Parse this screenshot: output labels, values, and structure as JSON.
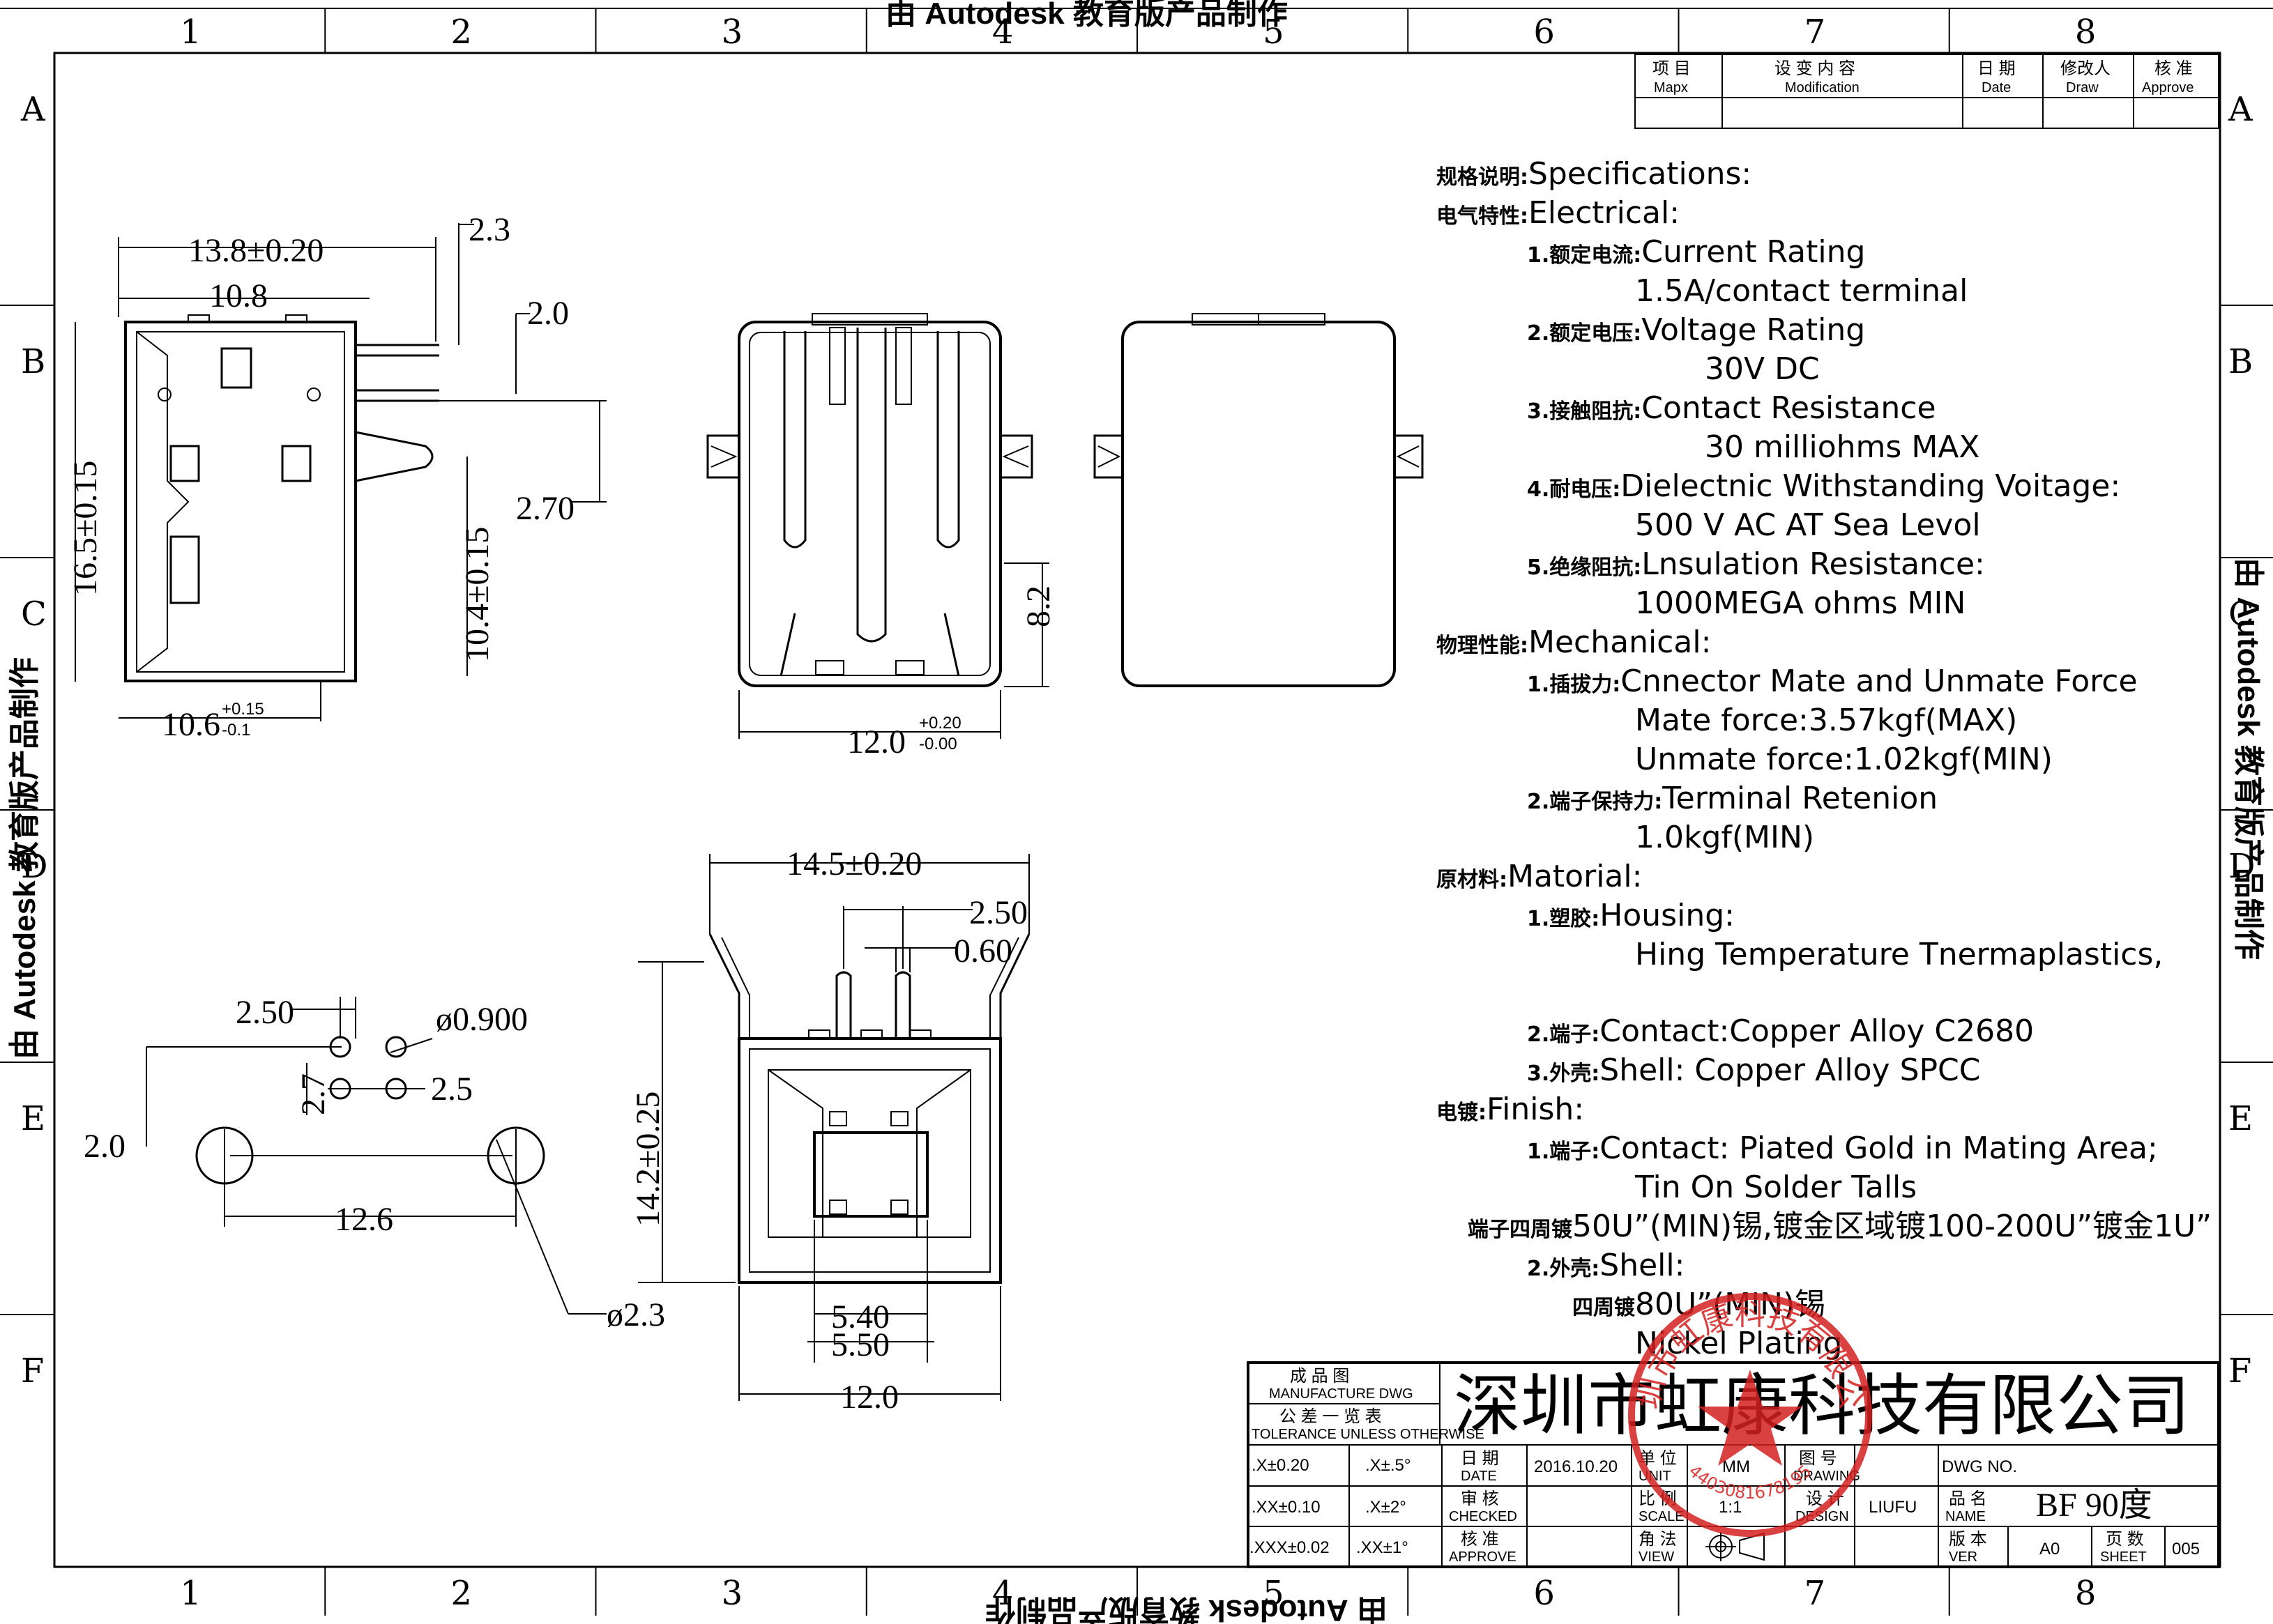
{
  "watermark": "由 Autodesk 教育版产品制作",
  "grid": {
    "cols": [
      "1",
      "2",
      "3",
      "4",
      "5",
      "6",
      "7",
      "8"
    ],
    "rows": [
      "A",
      "B",
      "C",
      "D",
      "E",
      "F"
    ]
  },
  "revision_table": {
    "headers": [
      {
        "zh": "项 目",
        "en": "Mapx"
      },
      {
        "zh": "设 变 内 容",
        "en": "Modification"
      },
      {
        "zh": "日 期",
        "en": "Date"
      },
      {
        "zh": "修改人",
        "en": "Draw"
      },
      {
        "zh": "核 准",
        "en": "Approve"
      }
    ]
  },
  "top_left_view": {
    "dims": [
      "13.8±0.20",
      "2.3",
      "10.8",
      "2.0",
      "16.5±0.15",
      "2.70",
      "10.4±0.15",
      "10.6",
      "+0.15",
      "-0.1"
    ]
  },
  "front_view": {
    "dims": [
      "8.2",
      "12.0",
      "+0.20",
      "-0.00"
    ]
  },
  "bottom_view": {
    "dims": [
      "14.5±0.20",
      "2.50",
      "0.60",
      "14.2±0.25",
      "5.40",
      "5.50",
      "12.0"
    ]
  },
  "pcb_layout": {
    "dims": [
      "2.50",
      "ø0.900",
      "2.5",
      "2.0",
      "2.7",
      "12.6",
      "ø2.3"
    ]
  },
  "specs": [
    {
      "indent": 0,
      "zh": "规格说明:",
      "en": "Specifications:"
    },
    {
      "indent": 0,
      "zh": "电气特性:",
      "en": "Electrical:"
    },
    {
      "indent": 1,
      "zh": "1.额定电流:",
      "en": "Current  Rating"
    },
    {
      "indent": 2,
      "zh": "",
      "en": "1.5A/contact  terminal"
    },
    {
      "indent": 1,
      "zh": "2.额定电压:",
      "en": "Voltage  Rating"
    },
    {
      "indent": 3,
      "zh": "",
      "en": "30V  DC"
    },
    {
      "indent": 1,
      "zh": "3.接触阻抗:",
      "en": "Contact  Resistance"
    },
    {
      "indent": 3,
      "zh": "",
      "en": "30  milliohms  MAX"
    },
    {
      "indent": 1,
      "zh": "4.耐电压:",
      "en": "Dielectnic  Withstanding  Voitage:"
    },
    {
      "indent": 2,
      "zh": "",
      "en": "500  V  AC  AT  Sea  Levol"
    },
    {
      "indent": 1,
      "zh": "5.绝缘阻抗:",
      "en": "Lnsulation  Resistance:"
    },
    {
      "indent": 2,
      "zh": "",
      "en": "1000MEGA  ohms  MIN"
    },
    {
      "indent": 0,
      "zh": "物理性能:",
      "en": "Mechanical:"
    },
    {
      "indent": 1,
      "zh": "1.插拔力:",
      "en": "Cnnector  Mate  and  Unmate  Force"
    },
    {
      "indent": 2,
      "zh": "",
      "en": "Mate  force:3.57kgf(MAX)"
    },
    {
      "indent": 2,
      "zh": "",
      "en": "Unmate  force:1.02kgf(MIN)"
    },
    {
      "indent": 1,
      "zh": "2.端子保持力:",
      "en": "Terminal  Retenion"
    },
    {
      "indent": 2,
      "zh": "",
      "en": "1.0kgf(MIN)"
    },
    {
      "indent": 0,
      "zh": "原材料:",
      "en": "Matorial:"
    },
    {
      "indent": 1,
      "zh": "1.塑胶:",
      "en": "Housing:"
    },
    {
      "indent": 2,
      "zh": "",
      "en": "Hing  Temperature    Tnermaplastics,"
    },
    {
      "indent": 1,
      "zh": "2.端子:",
      "en": "Contact:Copper  Alloy  C2680"
    },
    {
      "indent": 1,
      "zh": "3.外壳:",
      "en": "Shell:  Copper  Alloy  SPCC"
    },
    {
      "indent": 0,
      "zh": "电镀:",
      "en": "Finish:"
    },
    {
      "indent": 1,
      "zh": "1.端子:",
      "en": "Contact:  Piated  Gold  in  Mating  Area;"
    },
    {
      "indent": 2,
      "zh": "",
      "en": "Tin  On  Solder  Talls"
    },
    {
      "indent": 4,
      "zh": "端子四周镀",
      "en": "50U”(MIN)锡,镀金区域镀100-200U”镀金1U”"
    },
    {
      "indent": 1,
      "zh": "2.外壳:",
      "en": "Shell:"
    },
    {
      "indent": 5,
      "zh": "四周镀",
      "en": "80U”(MIN)锡"
    },
    {
      "indent": 2,
      "zh": "",
      "en": "Nickel  Plating"
    }
  ],
  "title_block": {
    "mfg_zh": "成 品 图",
    "mfg_en": "MANUFACTURE DWG",
    "tol_zh": "公 差 一 览 表",
    "tol_en": "TOLERANCE UNLESS OTHERWISE",
    "company": "深圳市虹康科技有限公司",
    "tol_rows": [
      [
        ".X±0.20",
        ".X±.5°"
      ],
      [
        ".XX±0.10",
        ".X±2°"
      ],
      [
        ".XXX±0.02",
        ".XX±1°"
      ]
    ],
    "date_zh": "日 期",
    "date_en": "DATE",
    "date_val": "2016.10.20",
    "unit_zh": "单 位",
    "unit_en": "UNIT",
    "unit_val": "MM",
    "drawing_zh": "图 号",
    "drawing_en": "DRAWING",
    "dwgno": "DWG NO.",
    "checked_zh": "审 核",
    "checked_en": "CHECKED",
    "scale_zh": "比 例",
    "scale_en": "SCALE",
    "scale_val": "1:1",
    "design_zh": "设 计",
    "design_en": "DESIGN",
    "design_val": "LIUFU",
    "name_zh": "品 名",
    "name_en": "NAME",
    "name_val": "BF  90度",
    "approve_zh": "核 准",
    "approve_en": "APPROVE",
    "view_zh": "角 法",
    "view_en": "VIEW",
    "ver_zh": "版 本",
    "ver_en": "VER",
    "ver_val": "A0",
    "sheet_zh": "页 数",
    "sheet_en": "SHEET",
    "sheet_val": "005"
  },
  "stamp": {
    "text": "深圳市虹康科技有限公司",
    "code": "4403081678195"
  }
}
